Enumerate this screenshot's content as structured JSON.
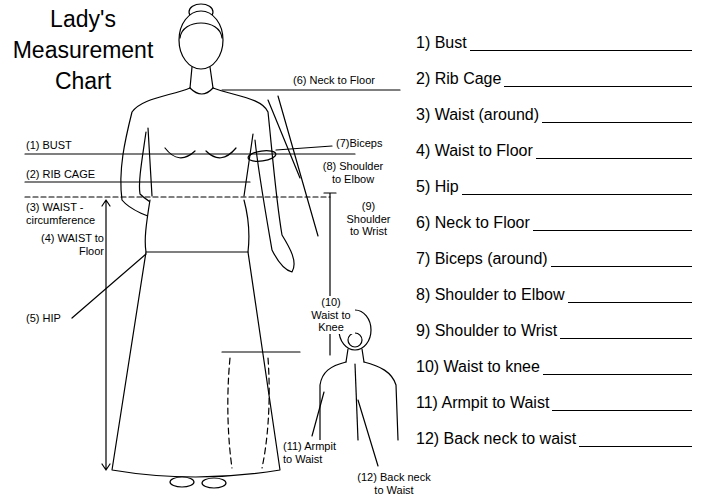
{
  "diagram": {
    "title": "Lady's Measurement Chart",
    "labels": [
      "(1) BUST",
      "(2) RIB CAGE",
      "(3) WAIST - circumference",
      "(4) WAIST to Floor",
      "(5) HIP",
      "(6) Neck to Floor",
      "(7)Biceps",
      "(8) Shoulder to Elbow",
      "(9) Shoulder to Wrist",
      "(10) Waist to Knee",
      "(11) Armpit to Waist",
      "(12) Back neck to Waist",
      "1) Bust",
      "2) Rib Cage",
      "3) Waist (around)",
      "4) Waist to Floor",
      "5) Hip",
      "6) Neck to Floor",
      "7) Biceps (around)",
      "8) Shoulder to Elbow",
      "9) Shoulder to Wrist",
      "10) Waist to knee",
      "11) Armpit to Waist",
      "12) Back neck to waist"
    ]
  }
}
